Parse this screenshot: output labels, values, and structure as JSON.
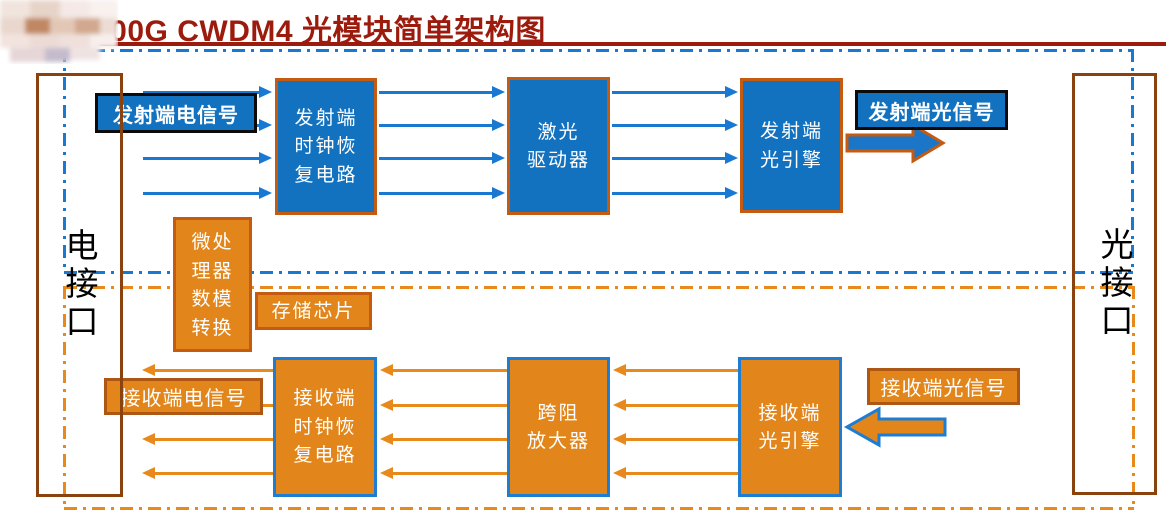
{
  "title": "100G CWDM4 光模块简单架构图",
  "colors": {
    "accent_red": "#9C1B0C",
    "blue_fill": "#1272BF",
    "orange_fill": "#E2861B",
    "blue_line": "#1878D2",
    "orange_line": "#E8891B",
    "dark_orange_border": "#C55A11",
    "blue_border": "#1D7DD2",
    "brown_border": "#8A430F"
  },
  "interfaces": {
    "electrical": "电接口",
    "optical": "光接口"
  },
  "tx_chain": {
    "input_label": "发射端电信号",
    "cdr": "发射端\n时钟恢\n复电路",
    "laser_driver": "激光\n驱动器",
    "optical_engine": "发射端\n光引擎",
    "output_label": "发射端光信号"
  },
  "support": {
    "mcu": "微处\n理器",
    "dac": "数模\n转换",
    "memory": "存储芯片"
  },
  "rx_chain": {
    "input_label": "接收端光信号",
    "optical_engine": "接收端\n光引擎",
    "tia": "跨阻\n放大器",
    "cdr": "接收端\n时钟恢\n复电路",
    "output_label": "接收端电信号"
  }
}
